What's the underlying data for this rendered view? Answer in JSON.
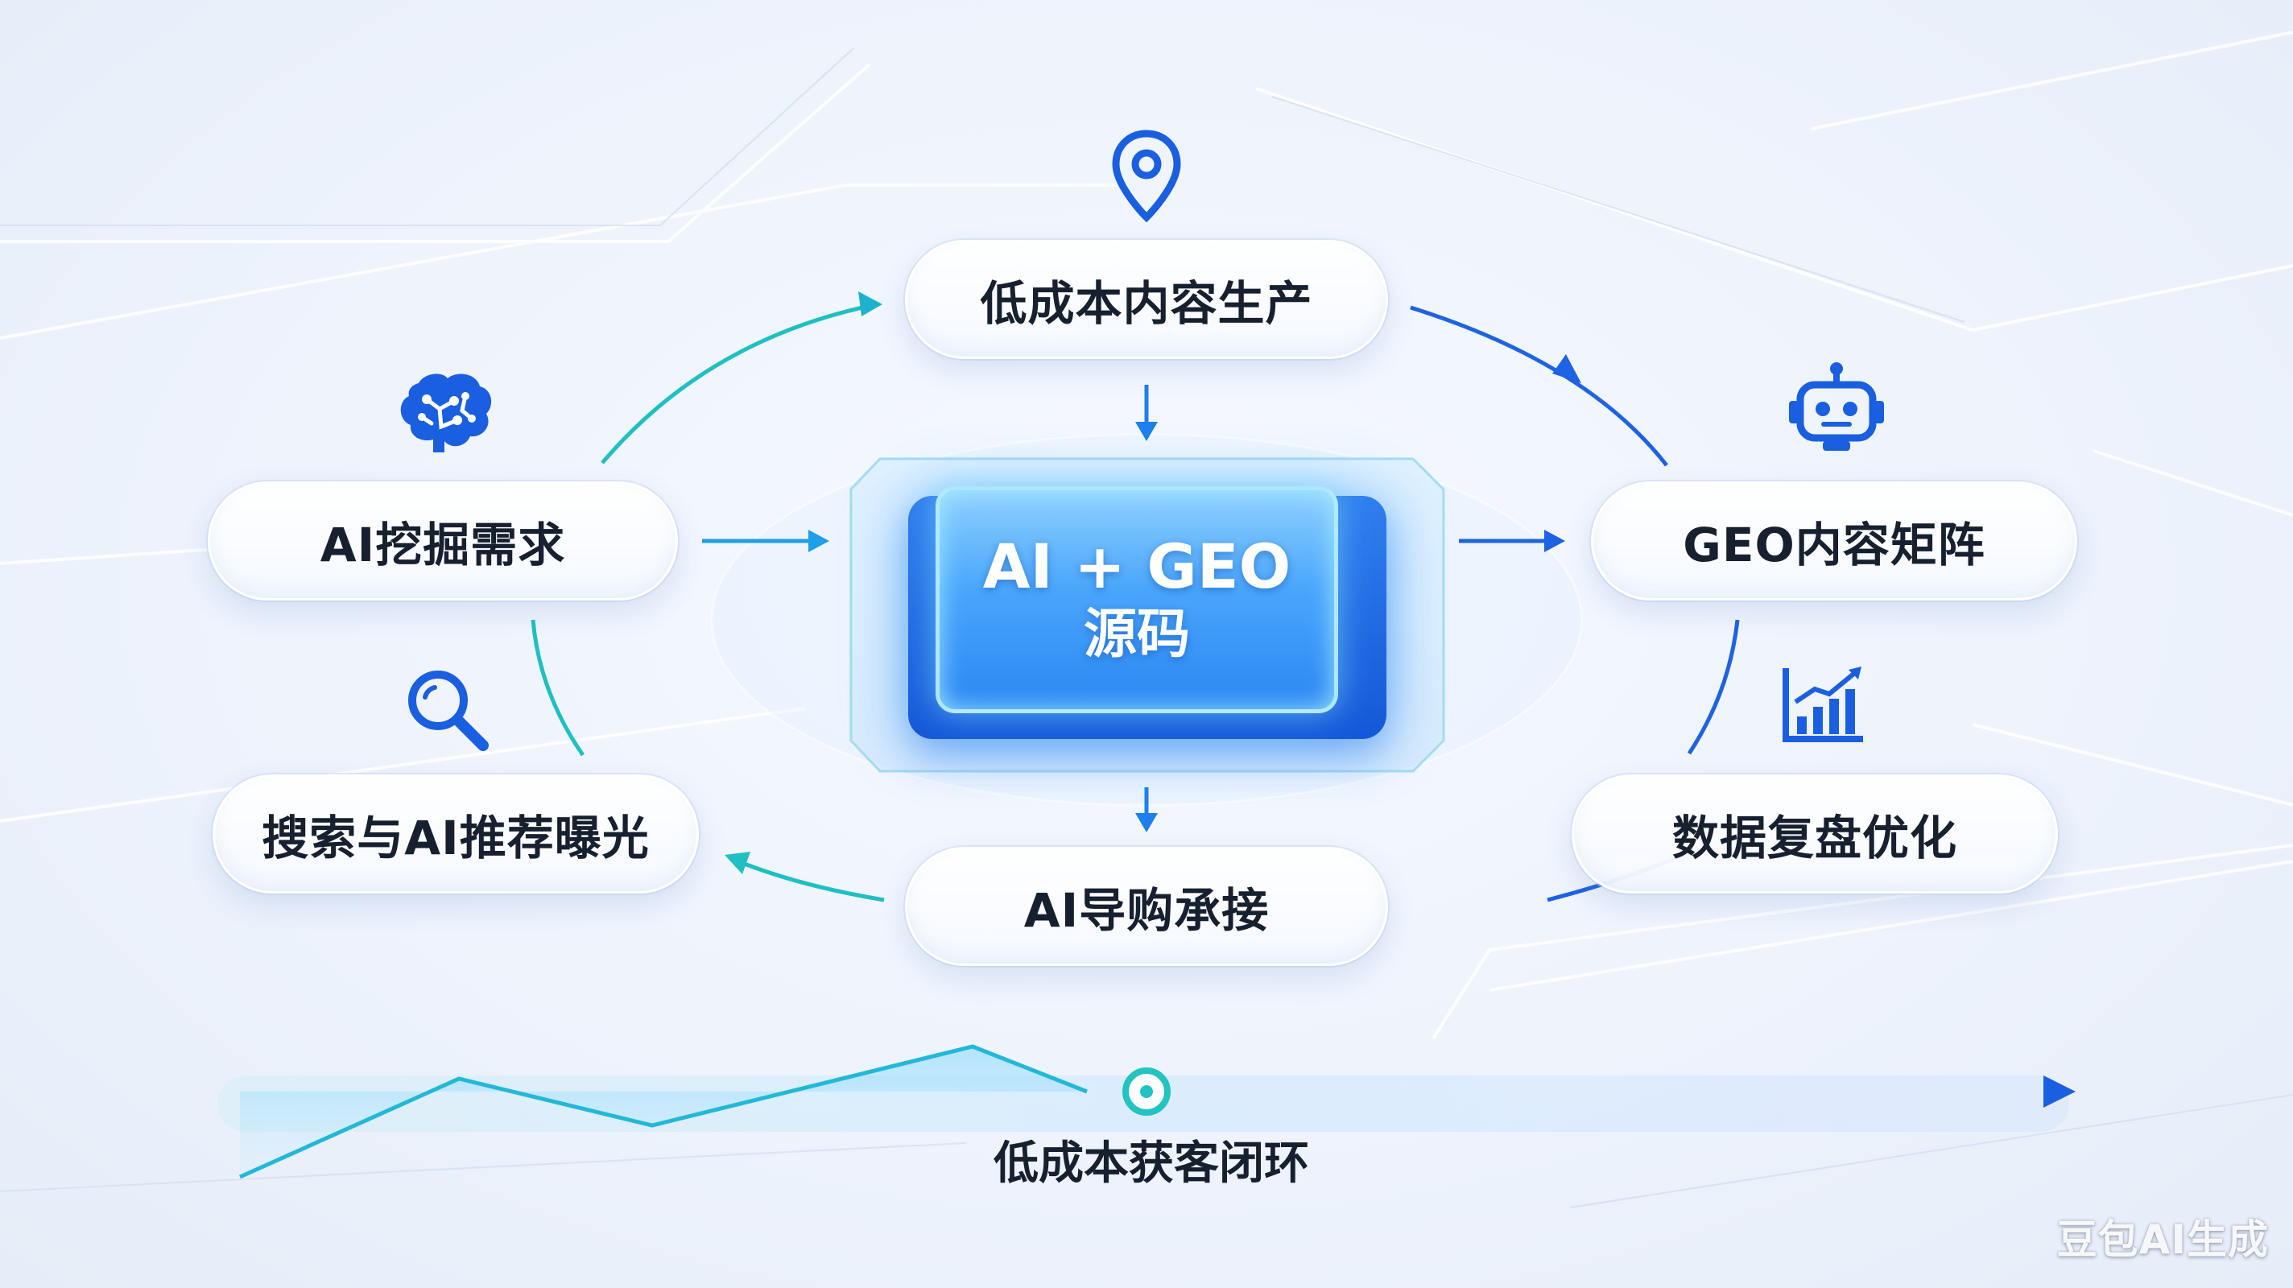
{
  "center": {
    "title": "AI + GEO",
    "subtitle": "源码"
  },
  "nodes": {
    "top": "低成本内容生产",
    "left": "AI挖掘需求",
    "right": "GEO内容矩阵",
    "bottom_left": "搜索与AI推荐曝光",
    "bottom_right": "数据复盘优化",
    "bottom": "AI导购承接"
  },
  "timeline_label": "低成本获客闭环",
  "watermark": "豆包AI生成",
  "icons": [
    "location-pin-icon",
    "brain-icon",
    "robot-icon",
    "search-icon",
    "bar-chart-icon"
  ],
  "colors": {
    "blue": "#1e6fe6",
    "teal": "#1ec8c0",
    "text": "#16202f"
  }
}
